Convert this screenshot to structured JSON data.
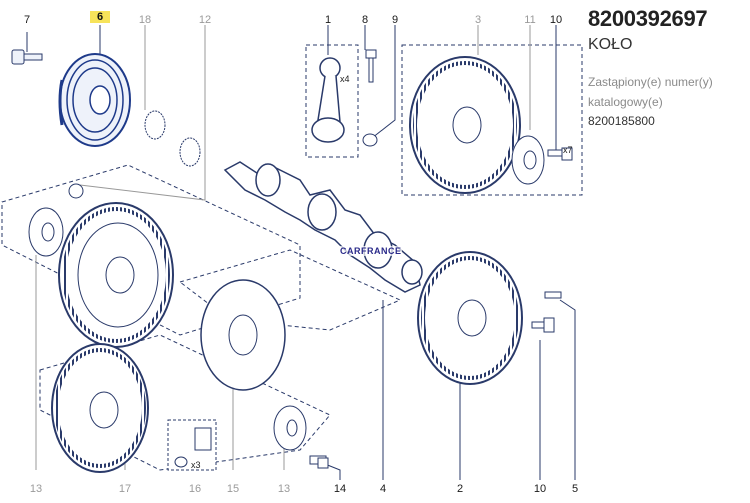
{
  "part": {
    "number": "8200392697",
    "name": "KOŁO",
    "replaced_label": "Zastąpiony(e) numer(y) katalogowy(e)",
    "replacement_number": "8200185800"
  },
  "callouts": [
    {
      "id": "7",
      "label": "7",
      "state": "dark"
    },
    {
      "id": "6",
      "label": "6",
      "state": "active"
    },
    {
      "id": "18",
      "label": "18",
      "state": "gray"
    },
    {
      "id": "12",
      "label": "12",
      "state": "gray"
    },
    {
      "id": "1",
      "label": "1",
      "state": "dark"
    },
    {
      "id": "8",
      "label": "8",
      "state": "dark"
    },
    {
      "id": "9",
      "label": "9",
      "state": "dark"
    },
    {
      "id": "3",
      "label": "3",
      "state": "gray"
    },
    {
      "id": "11",
      "label": "11",
      "state": "gray"
    },
    {
      "id": "10a",
      "label": "10",
      "state": "dark"
    },
    {
      "id": "13a",
      "label": "13",
      "state": "gray"
    },
    {
      "id": "17",
      "label": "17",
      "state": "gray"
    },
    {
      "id": "16",
      "label": "16",
      "state": "gray"
    },
    {
      "id": "15",
      "label": "15",
      "state": "gray"
    },
    {
      "id": "13b",
      "label": "13",
      "state": "gray"
    },
    {
      "id": "14",
      "label": "14",
      "state": "dark"
    },
    {
      "id": "4",
      "label": "4",
      "state": "dark"
    },
    {
      "id": "2",
      "label": "2",
      "state": "dark"
    },
    {
      "id": "10b",
      "label": "10",
      "state": "dark"
    },
    {
      "id": "5",
      "label": "5",
      "state": "dark"
    }
  ],
  "quantities": {
    "rod": "x4",
    "bolt": "x7",
    "nut": "x3"
  },
  "watermark": "CARFRANCE",
  "icon_names": [
    "pulley-icon",
    "flywheel-icon",
    "crankshaft-icon",
    "connecting-rod-icon",
    "bolt-icon",
    "nut-icon",
    "plate-icon",
    "gear-icon",
    "instruction-sheet-icon"
  ],
  "colors": {
    "line": "#2a3a6a",
    "accent": "#1e3a8a",
    "highlight": "#f7e35a"
  }
}
